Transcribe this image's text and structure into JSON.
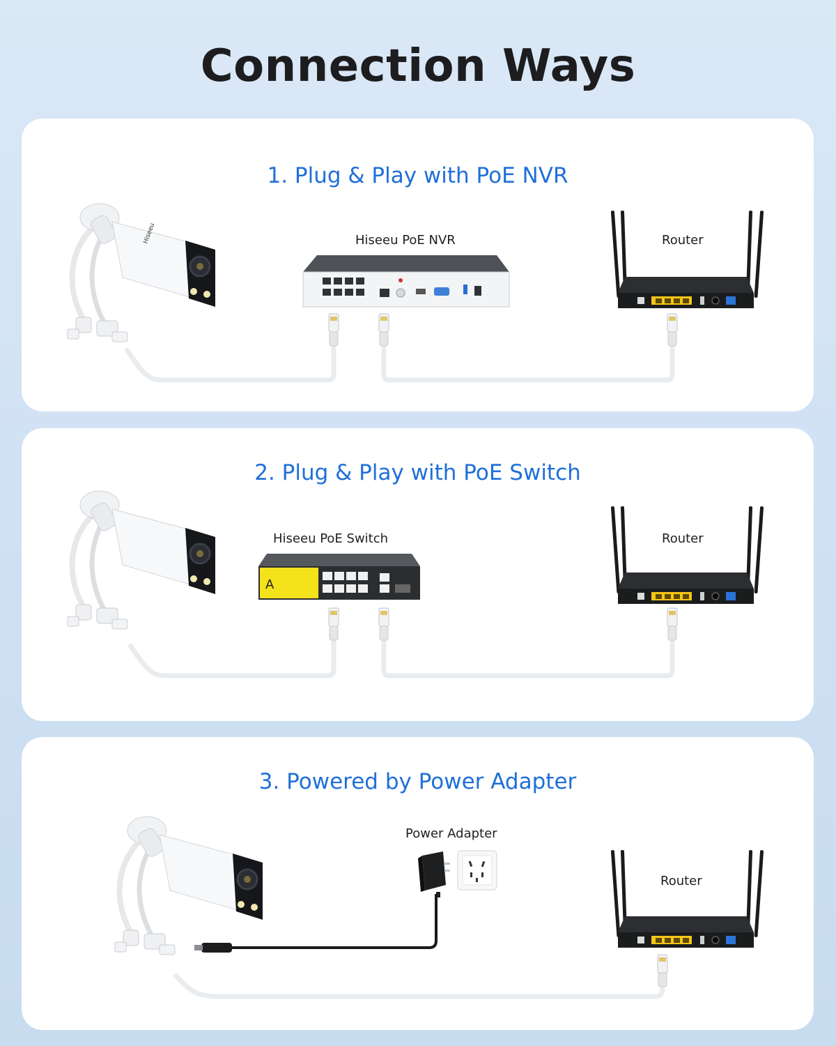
{
  "title": "Connection Ways",
  "sections": [
    {
      "heading": "1. Plug & Play with PoE NVR",
      "devices": {
        "middle": "Hiseeu PoE NVR",
        "right": "Router"
      }
    },
    {
      "heading": "2. Plug & Play with PoE Switch",
      "devices": {
        "middle": "Hiseeu PoE Switch",
        "right": "Router"
      }
    },
    {
      "heading": "3. Powered by Power Adapter",
      "devices": {
        "middle": "Power Adapter",
        "right": "Router"
      }
    }
  ],
  "brand_mark": "Hiseeu",
  "icons": [
    "camera-icon",
    "nvr-icon",
    "poe-switch-icon",
    "router-icon",
    "power-adapter-icon",
    "wall-socket-icon",
    "ethernet-plug-icon"
  ],
  "colors": {
    "heading_blue": "#1f6fd8",
    "title_dark": "#1d1d1f",
    "router_port_yellow": "#f5c518",
    "switch_yellow": "#f4e21a",
    "cable_white": "#e9ecef"
  }
}
